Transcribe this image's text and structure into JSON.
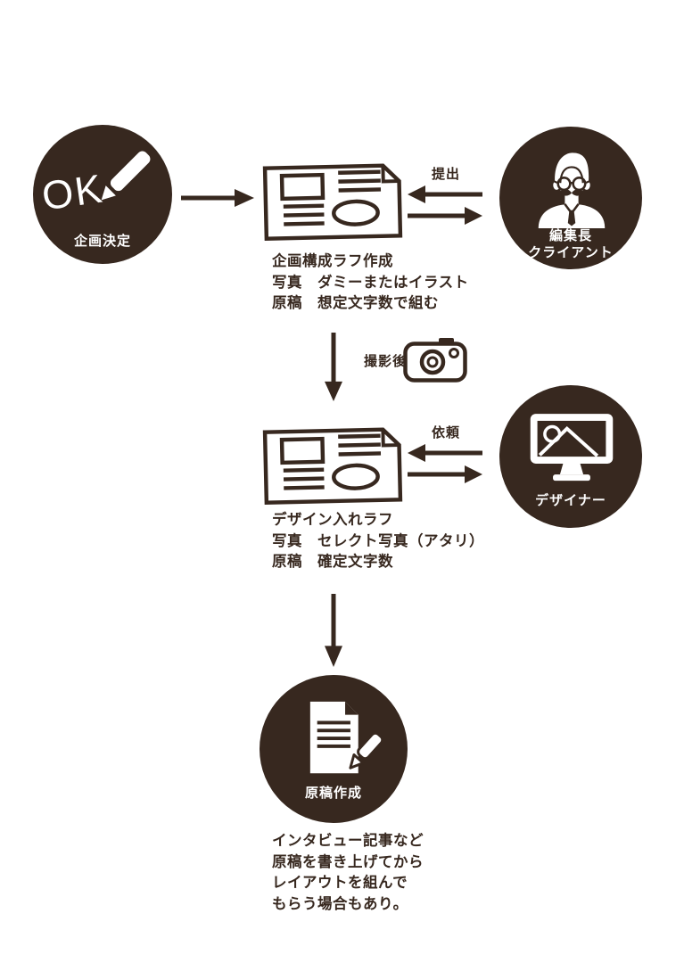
{
  "colors": {
    "ink": "#37281f",
    "circle_text": "#ffffff",
    "background": "#ffffff"
  },
  "flow": {
    "plan": {
      "ok_text": "OK",
      "label": "企画決定",
      "icon": "ok-pencil-icon"
    },
    "rough1": {
      "icon": "layout-sketch-icon",
      "caption_lines": [
        "企画構成ラフ作成",
        "写真　ダミーまたはイラスト",
        "原稿　想定文字数で組む"
      ]
    },
    "submit": {
      "label": "提出"
    },
    "editor": {
      "labels": [
        "編集長",
        "クライアント"
      ],
      "icon": "editor-person-icon"
    },
    "after_shooting": {
      "label": "撮影後",
      "icon": "camera-icon"
    },
    "rough2": {
      "icon": "layout-sketch-icon",
      "caption_lines": [
        "デザイン入れラフ",
        "写真　セレクト写真（アタリ）",
        "原稿　確定文字数"
      ]
    },
    "request": {
      "label": "依頼"
    },
    "designer": {
      "label": "デザイナー",
      "icon": "monitor-image-icon"
    },
    "manuscript": {
      "label": "原稿作成",
      "icon": "document-pencil-icon"
    },
    "note_lines": [
      "インタビュー記事など",
      "原稿を書き上げてから",
      "レイアウトを組んで",
      "もらう場合もあり。"
    ]
  }
}
